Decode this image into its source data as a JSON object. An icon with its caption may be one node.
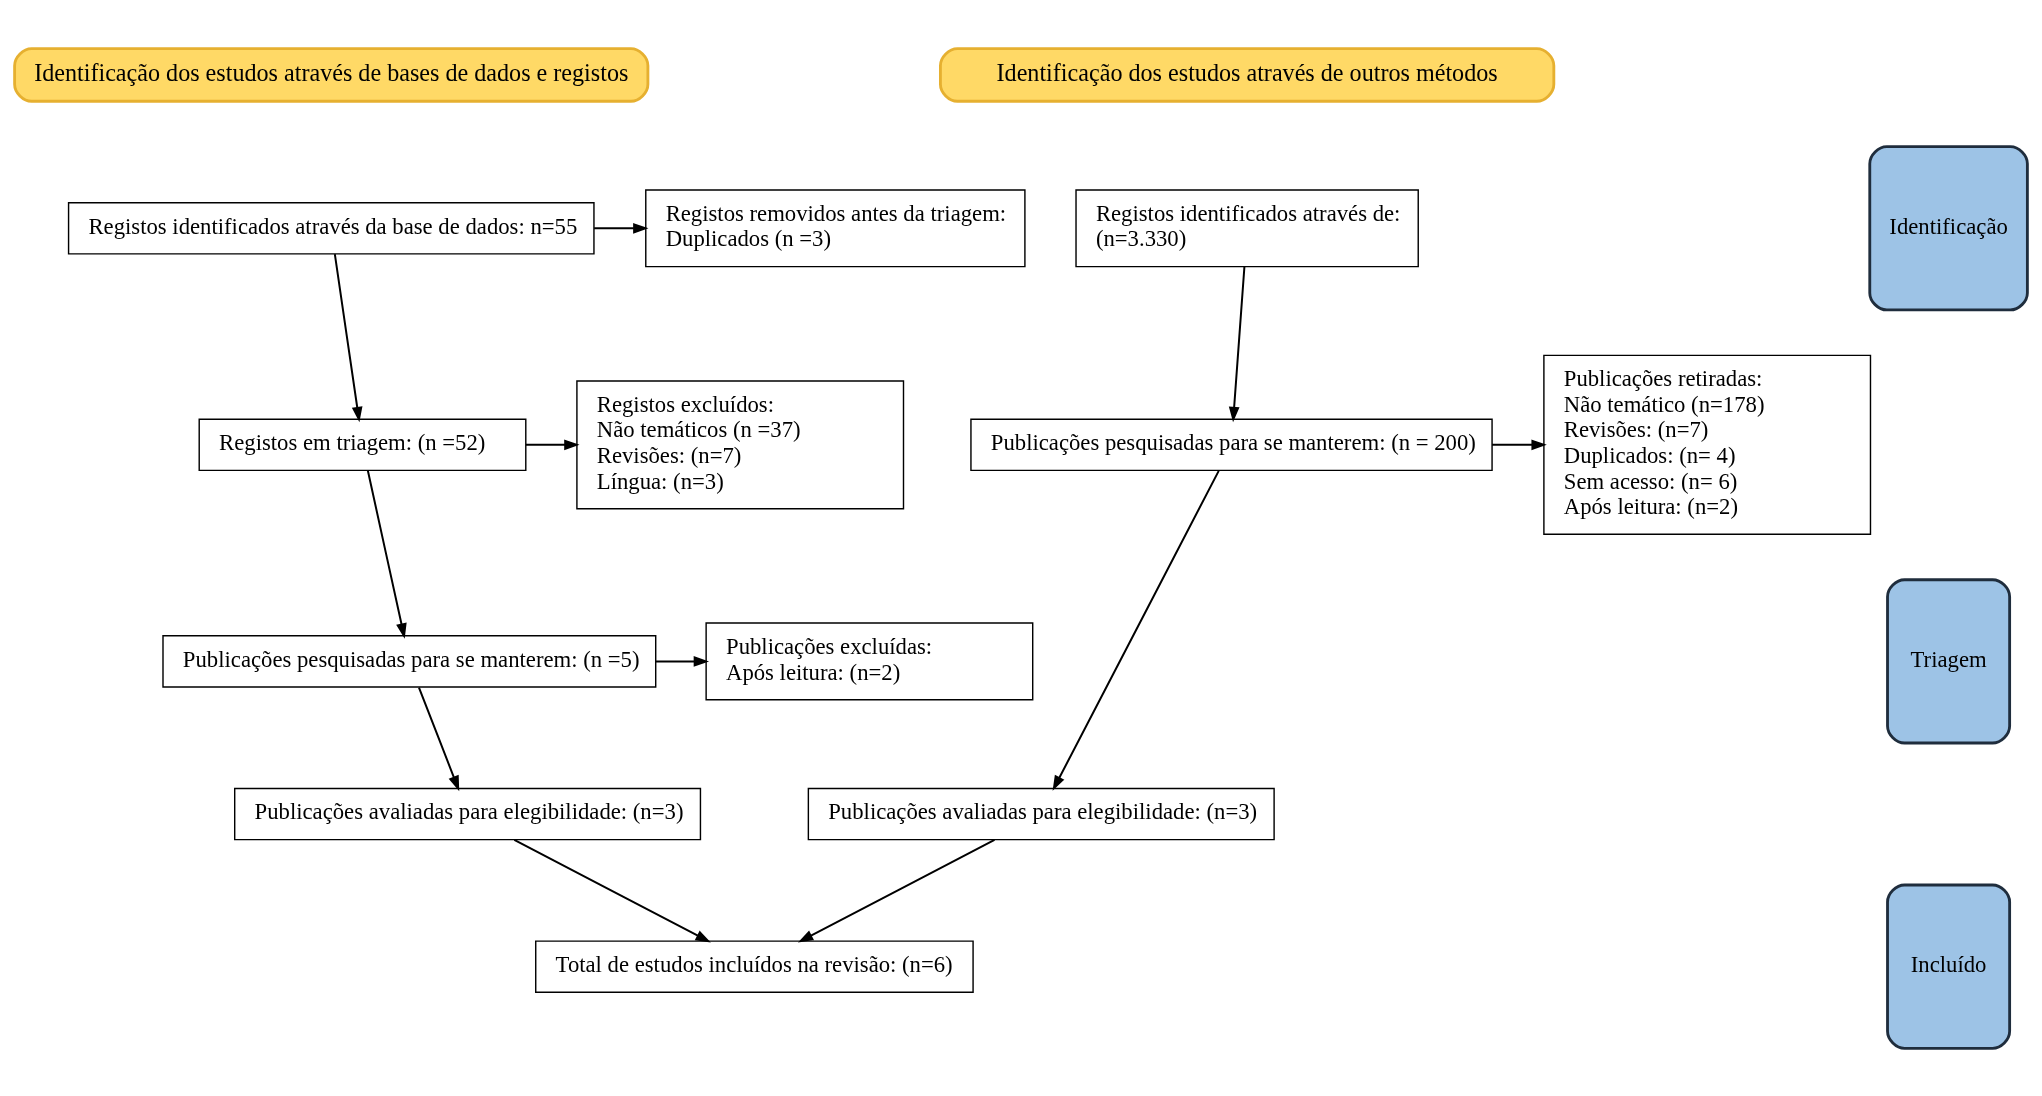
{
  "diagram": {
    "nodes": [
      {
        "text": [
          "Identificação dos estudos através de bases de dados e registos"
        ]
      },
      {
        "text": [
          "Identificação dos estudos através de outros métodos"
        ]
      },
      {
        "text": [
          "Identificação"
        ]
      },
      {
        "text": [
          "Triagem"
        ]
      },
      {
        "text": [
          "Incluído"
        ]
      },
      {
        "text": [
          "Registos identificados através da base de dados: n=55"
        ]
      },
      {
        "text": [
          "Registos removidos antes da triagem:",
          "Duplicados (n =3)"
        ]
      },
      {
        "text": [
          "Registos em triagem: (n =52)"
        ]
      },
      {
        "text": [
          "Registos excluídos:",
          "Não temáticos (n =37)",
          "Revisões: (n=7)",
          "Língua: (n=3)"
        ]
      },
      {
        "text": [
          "Publicações pesquisadas para se manterem: (n =5)"
        ]
      },
      {
        "text": [
          "Publicações excluídas:",
          "Após leitura: (n=2)"
        ]
      },
      {
        "text": [
          "Publicações avaliadas para elegibilidade: (n=3)"
        ]
      },
      {
        "text": [
          "Total de estudos incluídos na revisão: (n=6)"
        ]
      },
      {
        "text": [
          "Registos identificados através de:",
          "(n=3.330)"
        ]
      },
      {
        "text": [
          "Publicações pesquisadas para se manterem: (n = 200)"
        ]
      },
      {
        "text": [
          "Publicações retiradas:",
          "Não temático (n=178)",
          "Revisões: (n=7)",
          "Duplicados: (n= 4)",
          "Sem acesso: (n= 6)",
          "Após leitura: (n=2)"
        ]
      },
      {
        "text": [
          "Publicações avaliadas para elegibilidade: (n=3)"
        ]
      }
    ],
    "edges": [
      {
        "from": 5,
        "to": 6,
        "arrow": "to"
      },
      {
        "from": 5,
        "to": 7,
        "arrow": "to"
      },
      {
        "from": 7,
        "to": 8,
        "arrow": "to"
      },
      {
        "from": 7,
        "to": 9,
        "arrow": "to"
      },
      {
        "from": 9,
        "to": 10,
        "arrow": "to"
      },
      {
        "from": 9,
        "to": 11,
        "arrow": "to"
      },
      {
        "from": 11,
        "to": 12,
        "arrow": "to"
      },
      {
        "from": 13,
        "to": 14,
        "arrow": "to"
      },
      {
        "from": 14,
        "to": 15,
        "arrow": "to"
      },
      {
        "from": 14,
        "to": 16,
        "arrow": "to"
      },
      {
        "from": 16,
        "to": 12,
        "arrow": "to"
      }
    ]
  }
}
